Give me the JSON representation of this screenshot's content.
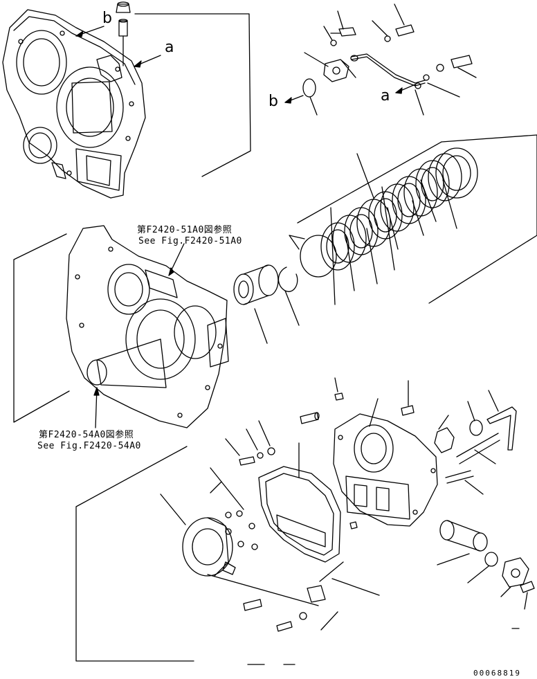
{
  "callouts": {
    "top_b": "b",
    "top_a": "a",
    "right_b": "b",
    "right_a": "a"
  },
  "references": {
    "ref_51a0_jp": "第F2420-51A0図参照",
    "ref_51a0_en": "See Fig.F2420-51A0",
    "ref_54a0_jp": "第F2420-54A0図参照",
    "ref_54a0_en": "See Fig.F2420-54A0"
  },
  "illustration_code": "00068819"
}
